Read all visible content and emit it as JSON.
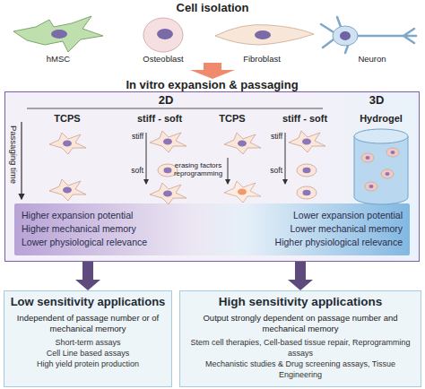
{
  "diagram": {
    "title": "Cell isolation",
    "nodes": [
      {
        "text": [
          "In vitro expansion & passaging"
        ]
      },
      {
        "text": [
          "Higher expansion potential",
          "Higher mechanical memory",
          "Lower physiological relevance",
          "Lower expansion potential",
          "Lower mechanical memory",
          "Higher physiological relevance"
        ],
        "in": 0
      },
      {
        "text": [
          "Low sensitivity applications",
          "Independent of passage number or of mechanical memory",
          "Short-term assays",
          "Cell Line based assays",
          "High yield protein production"
        ]
      },
      {
        "text": [
          "High sensitivity applications",
          "Output strongly dependent on passage number and mechanical memory",
          "Stem cell therapies, Cell-based tissue repair, Reprogramming assays",
          "Mechanistic studies & Drug screening assays, Tissue Engineering"
        ]
      }
    ],
    "edges": [
      {
        "from": 0,
        "to": 2,
        "arrow": "to"
      },
      {
        "from": 0,
        "to": 3,
        "arrow": "to"
      }
    ],
    "labels": [
      "hMSC",
      "Osteoblast",
      "Fibroblast",
      "Neuron",
      "2D",
      "3D",
      "TCPS",
      "stiff - soft",
      "TCPS",
      "stiff - soft",
      "Hydrogel",
      "Passaging time",
      "stiff",
      "soft",
      "erasing factors reprogramming",
      "stiff",
      "soft"
    ]
  }
}
